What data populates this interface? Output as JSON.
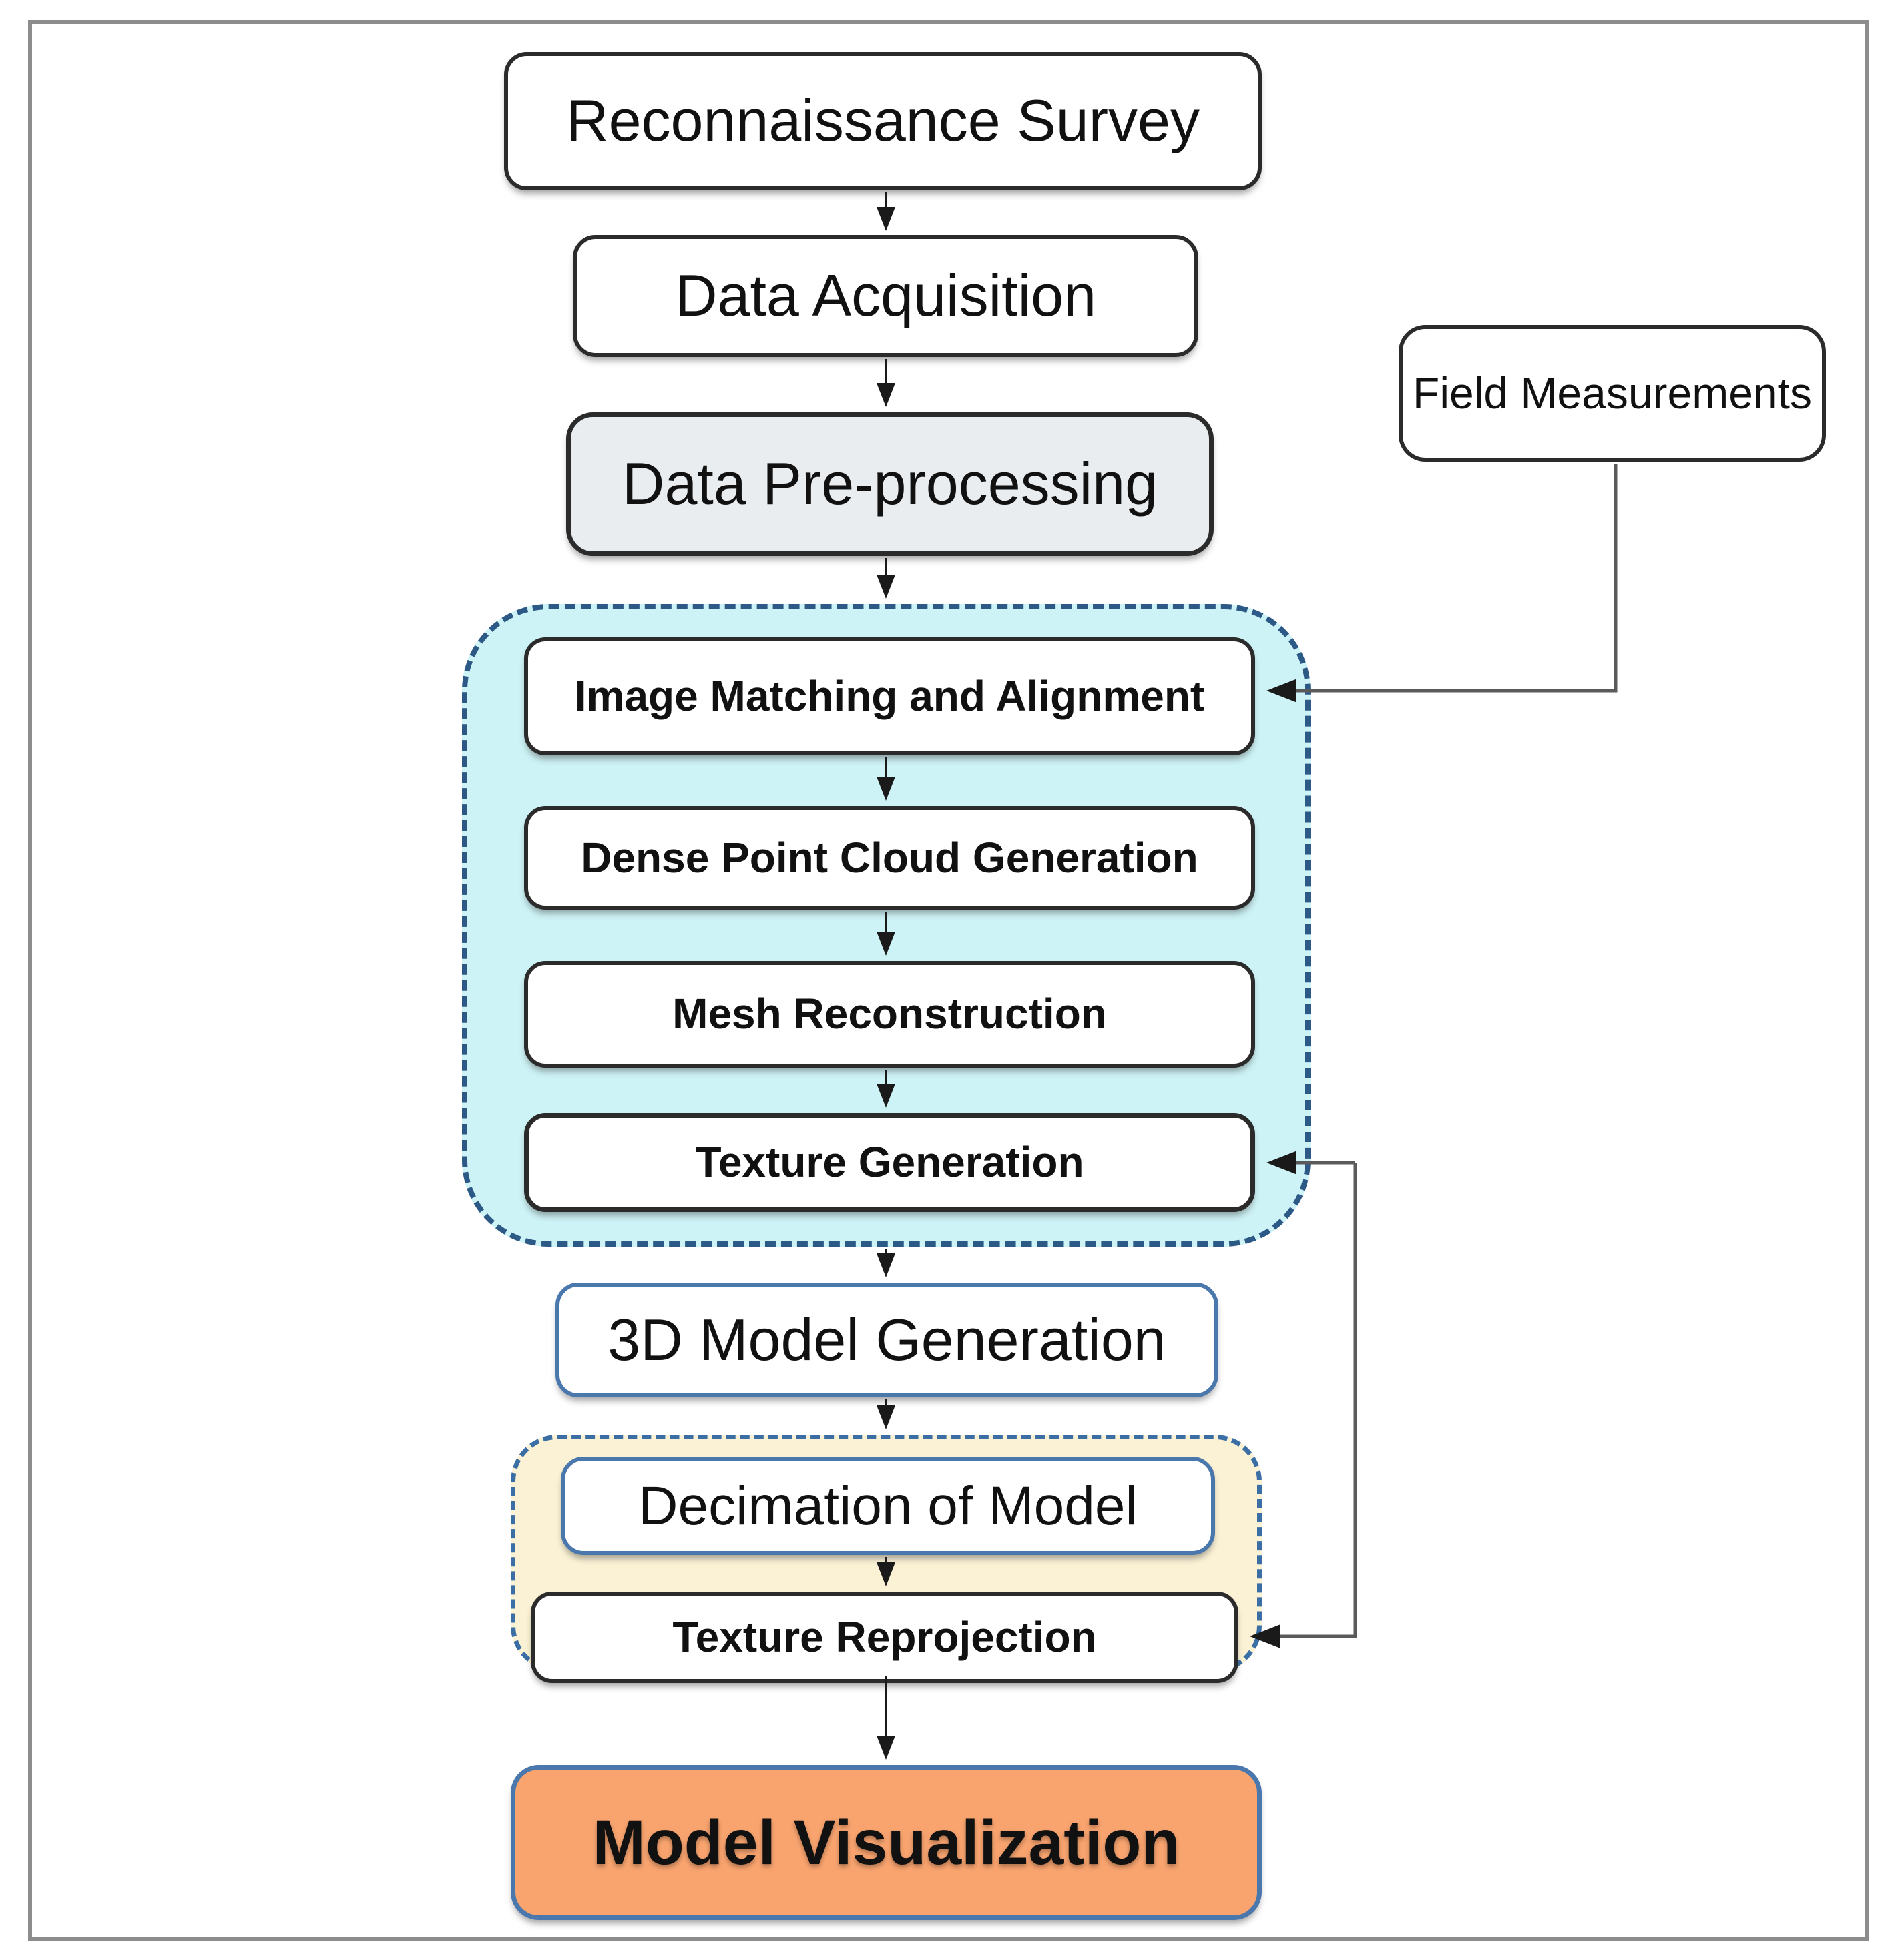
{
  "title": "Photogrammetry workflow flowchart",
  "colors": {
    "frame_gray": "#8c8c8c",
    "node_border_dark": "#2b2b2b",
    "gray_fill": "#e9edf0",
    "cyan_fill": "#cdf3f6",
    "cyan_dash_border": "#2d5986",
    "yellow_fill": "#fbf2d5",
    "yellow_dash_border": "#3a6ea5",
    "blue_border": "#4a77ac",
    "orange_fill": "#f9a46f",
    "connector_gray": "#5a5a5a",
    "arrow_black": "#1a1a1a"
  },
  "nodes": {
    "reconnaissance_survey": {
      "label": "Reconnaissance Survey"
    },
    "data_acquisition": {
      "label": "Data Acquisition"
    },
    "data_preprocessing": {
      "label": "Data Pre-processing"
    },
    "field_measurements": {
      "label": "Field Measurements"
    },
    "image_matching": {
      "label": "Image Matching and Alignment"
    },
    "dense_point_cloud": {
      "label": "Dense Point Cloud Generation"
    },
    "mesh_reconstruction": {
      "label": "Mesh Reconstruction"
    },
    "texture_generation": {
      "label": "Texture Generation"
    },
    "model_generation_3d": {
      "label": "3D Model Generation"
    },
    "decimation_of_model": {
      "label": "Decimation of Model"
    },
    "texture_reprojection": {
      "label": "Texture Reprojection"
    },
    "model_visualization": {
      "label": "Model Visualization"
    }
  },
  "groups": {
    "photogrammetry_group": {
      "members": [
        "image_matching",
        "dense_point_cloud",
        "mesh_reconstruction",
        "texture_generation"
      ]
    },
    "decimation_group": {
      "members": [
        "decimation_of_model",
        "texture_reprojection"
      ]
    }
  },
  "edges": [
    {
      "from": "reconnaissance_survey",
      "to": "data_acquisition"
    },
    {
      "from": "data_acquisition",
      "to": "data_preprocessing"
    },
    {
      "from": "data_preprocessing",
      "to": "image_matching"
    },
    {
      "from": "image_matching",
      "to": "dense_point_cloud"
    },
    {
      "from": "dense_point_cloud",
      "to": "mesh_reconstruction"
    },
    {
      "from": "mesh_reconstruction",
      "to": "texture_generation"
    },
    {
      "from": "texture_generation",
      "to": "model_generation_3d"
    },
    {
      "from": "model_generation_3d",
      "to": "decimation_of_model"
    },
    {
      "from": "decimation_of_model",
      "to": "texture_reprojection"
    },
    {
      "from": "texture_reprojection",
      "to": "model_visualization"
    },
    {
      "from": "field_measurements",
      "to": "image_matching"
    },
    {
      "from": "texture_generation",
      "to": "texture_reprojection",
      "note": "elbow connector with arrowheads into both texture boxes"
    }
  ]
}
